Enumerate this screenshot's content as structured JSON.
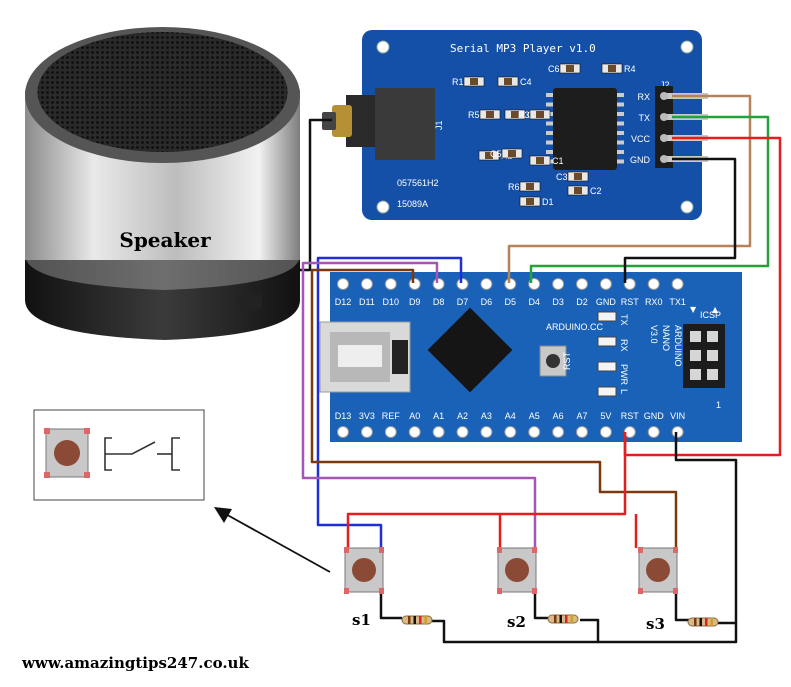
{
  "speaker": {
    "label": "Speaker"
  },
  "mp3": {
    "title": "Serial MP3 Player v1.0",
    "jack": "J1",
    "header": "J2",
    "pins": [
      "RX",
      "TX",
      "VCC",
      "GND"
    ],
    "components": [
      "R1",
      "C4",
      "C6",
      "R4",
      "R5",
      "C7",
      "R3",
      "R2",
      "C5",
      "C1",
      "R6",
      "D1",
      "C3",
      "C2"
    ],
    "code1": "057561H2",
    "code2": "15089A"
  },
  "nano": {
    "top_pins": [
      "D12",
      "D11",
      "D10",
      "D9",
      "D8",
      "D7",
      "D6",
      "D5",
      "D4",
      "D3",
      "D2",
      "GND",
      "RST",
      "RX0",
      "TX1"
    ],
    "bottom_pins": [
      "D13",
      "3V3",
      "REF",
      "A0",
      "A1",
      "A2",
      "A3",
      "A4",
      "A5",
      "A6",
      "A7",
      "5V",
      "RST",
      "GND",
      "VIN"
    ],
    "site": "ARDUINO.CC",
    "name": [
      "ARDUINO",
      "NANO",
      "V3.0"
    ],
    "leds": [
      "TX",
      "RX",
      "PWR",
      "L"
    ],
    "rst": "RST",
    "icsp": "ICSP",
    "one": "1"
  },
  "switches": [
    "s1",
    "s2",
    "s3"
  ],
  "website": "www.amazingtips247.co.uk",
  "colors": {
    "board_blue": "#1550a8",
    "nano_blue": "#1a62b8",
    "wire_red": "#e41e1e",
    "wire_blue": "#1f2fd6",
    "wire_purple": "#a555b5",
    "wire_brown": "#7a3a0e",
    "wire_tan": "#b5835a",
    "wire_green": "#23a23a",
    "wire_black": "#111111"
  }
}
